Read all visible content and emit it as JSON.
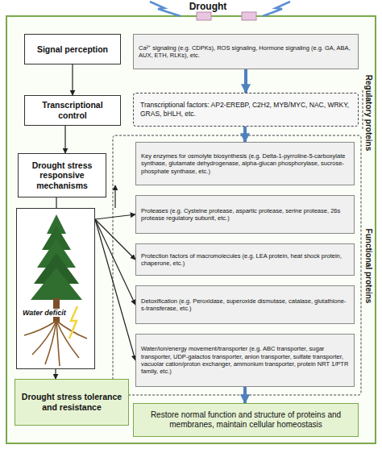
{
  "diagram": {
    "nodes": [
      {
        "text": [
          "Signal perception"
        ]
      },
      {
        "text": [
          "Ca²⁺ signaling (e.g. CDPKs), ROS signaling, Hormone signaling (e.g. GA, ABA, AUX, ETH, RLKs), etc."
        ]
      },
      {
        "text": [
          "Transcriptional control"
        ]
      },
      {
        "text": [
          "Transcriptional factors: AP2-EREBP, C2H2, MYB/MYC, NAC, WRKY, GRAS, bHLH, etc."
        ]
      },
      {
        "text": [
          "Drought stress responsive mechanisms"
        ]
      },
      {
        "text": [
          "Key enzymes for osmolyte biosynthesis (e.g. Delta-1-pyrroline-5-carboxylate synthase, glutamate dehydrogenase, alpha-glucan phosphorylase, sucrose-phosphate synthase, etc.)"
        ]
      },
      {
        "text": [
          "Proteases (e.g. Cysteine protease, aspartic protease, serine protease, 26s protease regulatory subunit, etc.)"
        ]
      },
      {
        "text": [
          "Protection factors of macromolecules (e.g. LEA protein, heat shock protein, chaperone, etc.)"
        ]
      },
      {
        "text": [
          "Detoxification (e.g. Peroxidase, superoxide dismutase, catalase, glutathione-s-transferase, etc.)"
        ]
      },
      {
        "text": [
          "Water/ion/energy movement/transporter (e.g. ABC transporter, sugar transporter, UDP-galactos transporter, anion transporter, sulfate transporter, vacuolar cation/proton exchanger, ammonium transporter, protein NRT 1/PTR family, etc.)"
        ]
      },
      {
        "text": [
          "Water deficit"
        ]
      },
      {
        "text": [
          "Drought stress tolerance and resistance"
        ]
      },
      {
        "text": [
          "Restore normal function and structure of proteins and membranes, maintain cellular homeostasis"
        ]
      }
    ],
    "edges": [
      {
        "from": 0,
        "to": 2,
        "arrow": "to"
      },
      {
        "from": 2,
        "to": 4,
        "arrow": "to"
      },
      {
        "from": 4,
        "to": 10,
        "arrow": "none"
      },
      {
        "from": 10,
        "to": 11,
        "arrow": "to"
      },
      {
        "from": 1,
        "to": 3,
        "arrow": "to"
      },
      {
        "from": 3,
        "to": 5,
        "arrow": "to"
      },
      {
        "from": 9,
        "to": 12,
        "arrow": "to"
      },
      {
        "from": 10,
        "to": 5,
        "arrow": "to"
      },
      {
        "from": 10,
        "to": 6,
        "arrow": "to"
      },
      {
        "from": 10,
        "to": 7,
        "arrow": "to"
      },
      {
        "from": 10,
        "to": 8,
        "arrow": "to"
      },
      {
        "from": 10,
        "to": 9,
        "arrow": "to"
      }
    ],
    "labels": [
      "Drought",
      "Regulatory proteins",
      "Functional proteins"
    ]
  }
}
